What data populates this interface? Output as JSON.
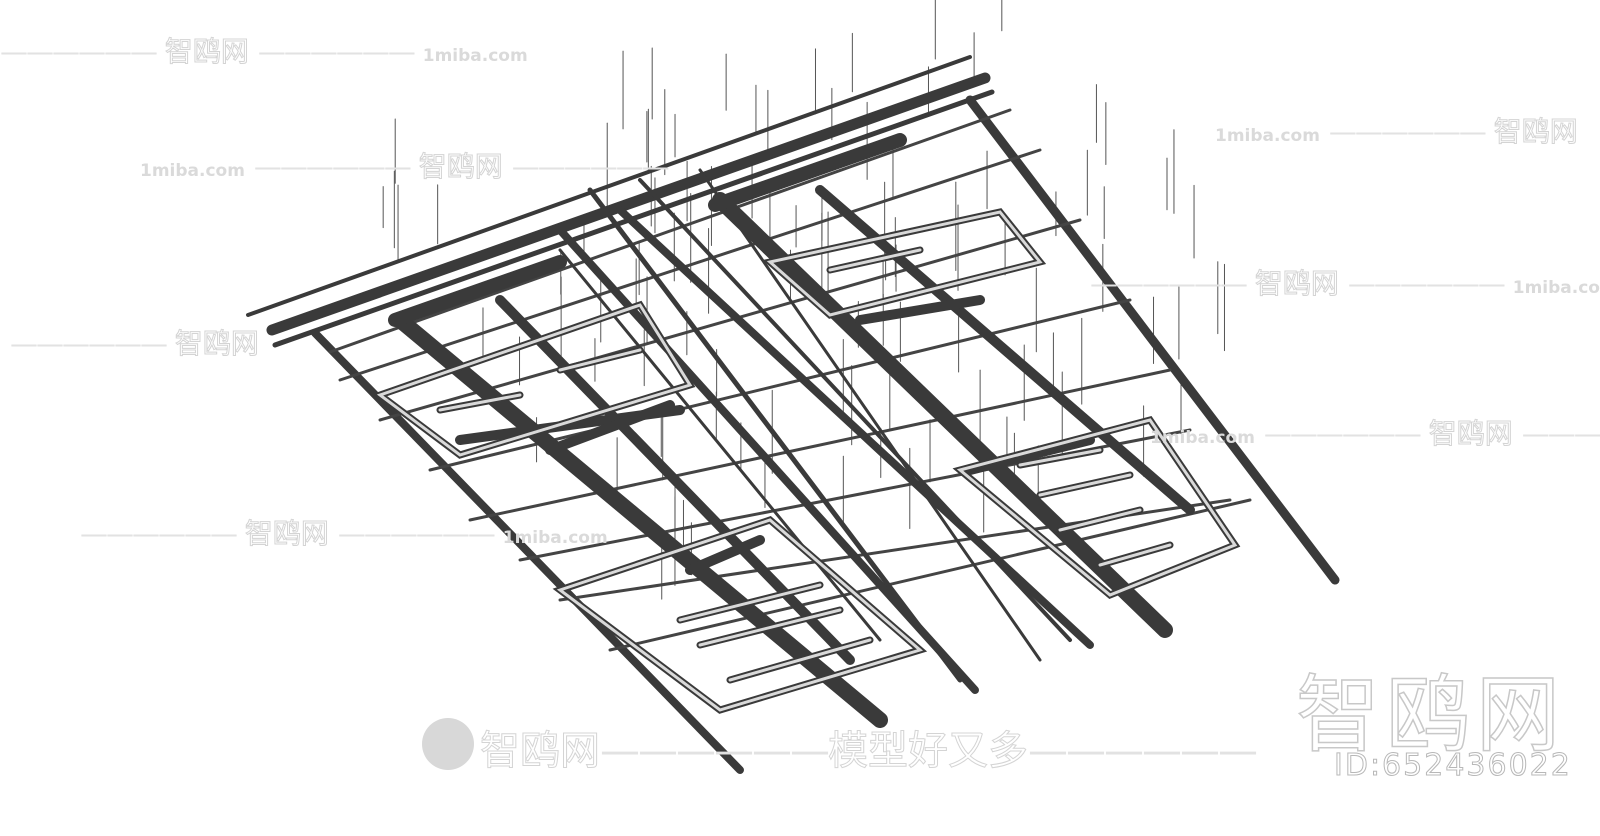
{
  "watermarks": {
    "brand": "智鸥网",
    "url": "1miba.com",
    "dashes": "——————",
    "slogan": "模型好又多",
    "id_label": "ID:652436022"
  },
  "colors": {
    "pipe": "#3a3a3a",
    "pipe_light": "#d9d9d9",
    "watermark": "#d4d4d4"
  }
}
